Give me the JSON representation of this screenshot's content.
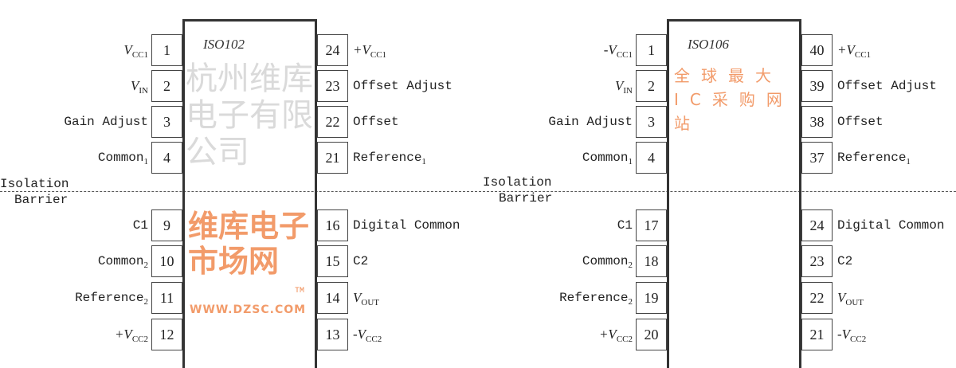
{
  "barrier_label": [
    "Isolation",
    "Barrier"
  ],
  "chips": [
    {
      "name": "ISO102",
      "left_top": [
        {
          "num": "1",
          "label": "V",
          "sub": "CC1",
          "italic": true
        },
        {
          "num": "2",
          "label": "V",
          "sub": "IN",
          "italic": true
        },
        {
          "num": "3",
          "label": "Gain Adjust"
        },
        {
          "num": "4",
          "label": "Common",
          "sub": "1"
        }
      ],
      "left_bottom": [
        {
          "num": "9",
          "label": "C1"
        },
        {
          "num": "10",
          "label": "Common",
          "sub": "2"
        },
        {
          "num": "11",
          "label": "Reference",
          "sub": "2"
        },
        {
          "num": "12",
          "label": "+V",
          "sub": "CC2",
          "italic": true
        }
      ],
      "right_top": [
        {
          "num": "24",
          "label": "+V",
          "sub": "CC1",
          "italic": true
        },
        {
          "num": "23",
          "label": "Offset Adjust"
        },
        {
          "num": "22",
          "label": "Offset"
        },
        {
          "num": "21",
          "label": "Reference",
          "sub": "1"
        }
      ],
      "right_bottom": [
        {
          "num": "16",
          "label": "Digital Common"
        },
        {
          "num": "15",
          "label": "C2"
        },
        {
          "num": "14",
          "label": "V",
          "sub": "OUT",
          "italic": true
        },
        {
          "num": "13",
          "label": "-V",
          "sub": "CC2",
          "italic": true
        }
      ]
    },
    {
      "name": "ISO106",
      "left_top": [
        {
          "num": "1",
          "label": "-V",
          "sub": "CC1",
          "italic": true
        },
        {
          "num": "2",
          "label": "V",
          "sub": "IN",
          "italic": true
        },
        {
          "num": "3",
          "label": "Gain Adjust"
        },
        {
          "num": "4",
          "label": "Common",
          "sub": "1"
        }
      ],
      "left_bottom": [
        {
          "num": "17",
          "label": "C1"
        },
        {
          "num": "18",
          "label": "Common",
          "sub": "2"
        },
        {
          "num": "19",
          "label": "Reference",
          "sub": "2"
        },
        {
          "num": "20",
          "label": "+V",
          "sub": "CC2",
          "italic": true
        }
      ],
      "right_top": [
        {
          "num": "40",
          "label": "+V",
          "sub": "CC1",
          "italic": true
        },
        {
          "num": "39",
          "label": "Offset Adjust"
        },
        {
          "num": "38",
          "label": "Offset"
        },
        {
          "num": "37",
          "label": "Reference",
          "sub": "1"
        }
      ],
      "right_bottom": [
        {
          "num": "24",
          "label": "Digital Common"
        },
        {
          "num": "23",
          "label": "C2"
        },
        {
          "num": "22",
          "label": "V",
          "sub": "OUT",
          "italic": true
        },
        {
          "num": "21",
          "label": "-V",
          "sub": "CC2",
          "italic": true
        }
      ]
    }
  ],
  "watermark": {
    "company": "杭州维库电子有限公司",
    "brand": "维库电子市场网",
    "url": "WWW.DZSC.COM",
    "slogan": "全球最大IC采购网站",
    "tm": "TM",
    "color": "#f08a50"
  }
}
